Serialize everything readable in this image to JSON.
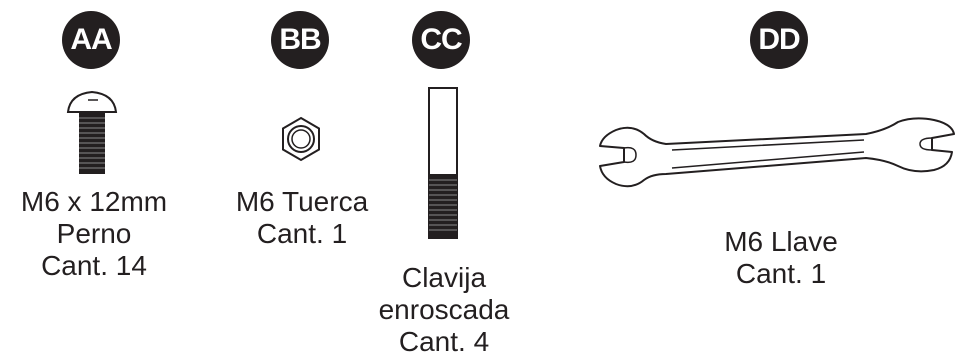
{
  "parts": [
    {
      "id": "AA",
      "lines": [
        "M6 x 12mm",
        "Perno",
        "Cant. 14"
      ]
    },
    {
      "id": "BB",
      "lines": [
        "M6 Tuerca",
        "Cant. 1"
      ]
    },
    {
      "id": "CC",
      "lines": [
        "Clavija",
        "enroscada",
        "Cant. 4"
      ]
    },
    {
      "id": "DD",
      "lines": [
        "M6 Llave",
        "Cant. 1"
      ]
    }
  ],
  "colors": {
    "ink": "#231f20",
    "badge_text": "#ffffff"
  },
  "icons": [
    "bolt-icon",
    "nut-icon",
    "threaded-pin-icon",
    "wrench-icon"
  ]
}
